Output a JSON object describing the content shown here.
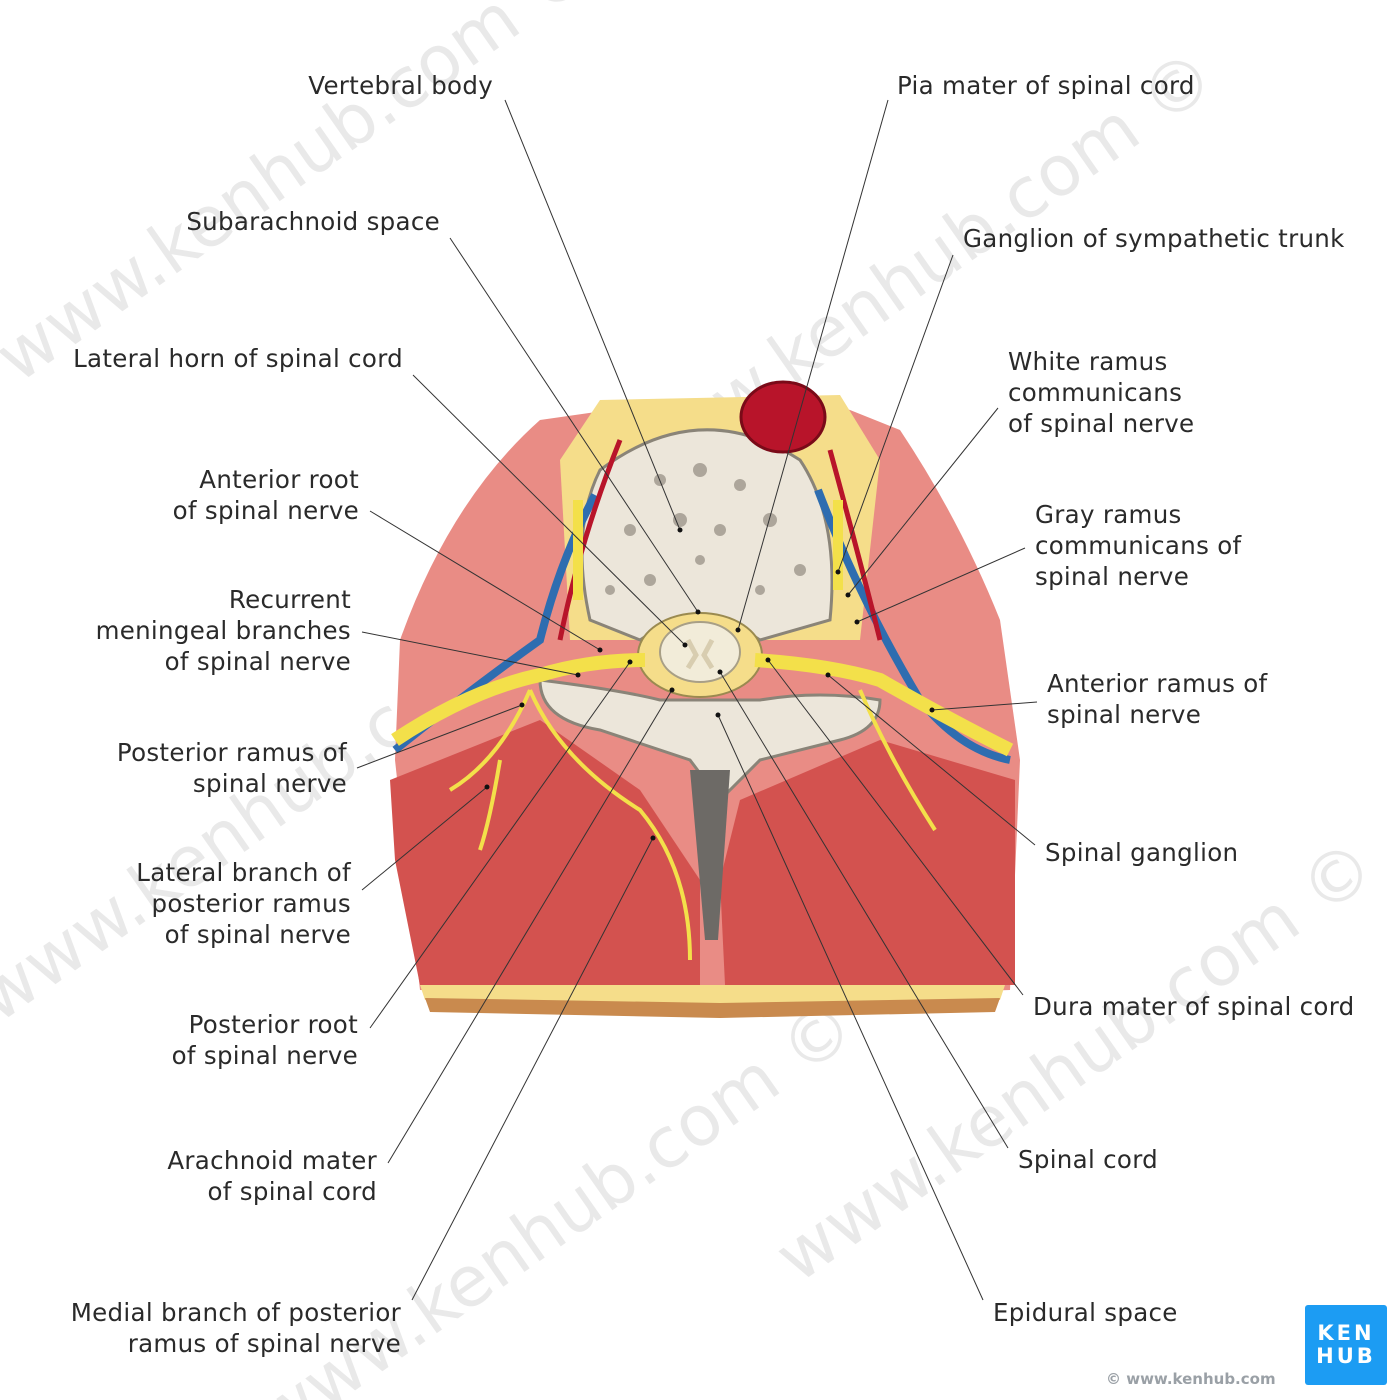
{
  "title": "Spinal nerve cross-section",
  "labels_left": [
    {
      "id": "vertebral-body",
      "lines": [
        "Vertebral body"
      ]
    },
    {
      "id": "subarachnoid-space",
      "lines": [
        "Subarachnoid space"
      ]
    },
    {
      "id": "lateral-horn",
      "lines": [
        "Lateral horn of spinal cord"
      ]
    },
    {
      "id": "anterior-root",
      "lines": [
        "Anterior root",
        "of spinal nerve"
      ]
    },
    {
      "id": "recurrent-meningeal",
      "lines": [
        "Recurrent",
        "meningeal branches",
        "of spinal nerve"
      ]
    },
    {
      "id": "posterior-ramus",
      "lines": [
        "Posterior ramus of",
        "spinal nerve"
      ]
    },
    {
      "id": "lateral-branch",
      "lines": [
        "Lateral branch of",
        "posterior ramus",
        "of spinal nerve"
      ]
    },
    {
      "id": "posterior-root",
      "lines": [
        "Posterior root",
        "of spinal nerve"
      ]
    },
    {
      "id": "arachnoid-mater",
      "lines": [
        "Arachnoid mater",
        "of spinal cord"
      ]
    },
    {
      "id": "medial-branch",
      "lines": [
        "Medial branch of posterior",
        "ramus of spinal nerve"
      ]
    }
  ],
  "labels_right": [
    {
      "id": "pia-mater",
      "lines": [
        "Pia mater of spinal cord"
      ]
    },
    {
      "id": "sympathetic-ganglion",
      "lines": [
        "Ganglion of sympathetic trunk"
      ]
    },
    {
      "id": "white-ramus",
      "lines": [
        "White ramus",
        "communicans",
        "of spinal nerve"
      ]
    },
    {
      "id": "gray-ramus",
      "lines": [
        "Gray ramus",
        "communicans of",
        "spinal nerve"
      ]
    },
    {
      "id": "anterior-ramus",
      "lines": [
        "Anterior ramus of",
        "spinal nerve"
      ]
    },
    {
      "id": "spinal-ganglion",
      "lines": [
        "Spinal ganglion"
      ]
    },
    {
      "id": "dura-mater",
      "lines": [
        "Dura mater of spinal cord"
      ]
    },
    {
      "id": "spinal-cord",
      "lines": [
        "Spinal cord"
      ]
    },
    {
      "id": "epidural-space",
      "lines": [
        "Epidural space"
      ]
    }
  ],
  "logo": {
    "line1": "KEN",
    "line2": "HUB"
  },
  "copyright": "© www.kenhub.com",
  "watermark": "www.kenhub.com ©",
  "colors": {
    "muscle": "#d9615f",
    "bone": "#e8e2d6",
    "nerve": "#f3e04a",
    "artery": "#b8142a",
    "vein": "#2e6db0",
    "fat": "#f5dd8a",
    "brand": "#1c9cf3"
  }
}
